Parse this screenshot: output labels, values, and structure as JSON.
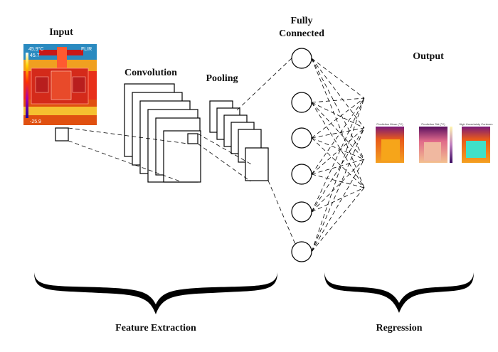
{
  "labels": {
    "input": "Input",
    "convolution": "Convolution",
    "pooling": "Pooling",
    "fully_connected_line1": "Fully",
    "fully_connected_line2": "Connected",
    "output": "Output",
    "feature_extraction": "Feature Extraction",
    "regression": "Regression"
  },
  "input_image": {
    "max_temp": "45.9°C",
    "scale_top": "45.7",
    "scale_bottom": "-25.9",
    "brand": "FLIR"
  },
  "network": {
    "conv_maps": 6,
    "pool_maps": 6,
    "neurons": 6,
    "outputs": 3
  },
  "outputs": [
    {
      "title": "Prediction Mean (°C)"
    },
    {
      "title": "Prediction Std (°C)"
    },
    {
      "title": "High Uncertainty Contours"
    }
  ]
}
